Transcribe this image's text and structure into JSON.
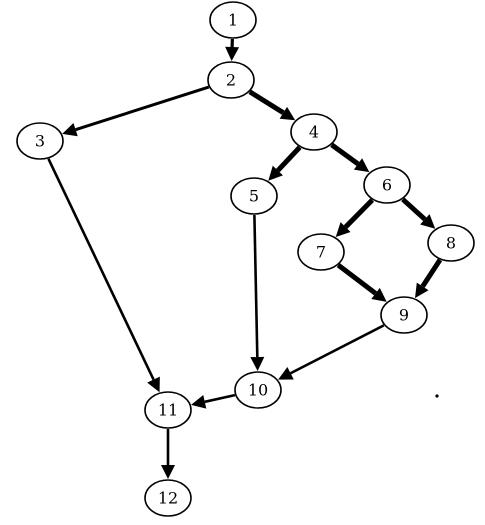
{
  "diagram": {
    "type": "directed-graph",
    "stroke_color": "#000000",
    "fill_color": "#ffffff",
    "nodes": [
      {
        "id": "1",
        "label": "1"
      },
      {
        "id": "2",
        "label": "2"
      },
      {
        "id": "3",
        "label": "3"
      },
      {
        "id": "4",
        "label": "4"
      },
      {
        "id": "5",
        "label": "5"
      },
      {
        "id": "6",
        "label": "6"
      },
      {
        "id": "7",
        "label": "7"
      },
      {
        "id": "8",
        "label": "8"
      },
      {
        "id": "9",
        "label": "9"
      },
      {
        "id": "10",
        "label": "10"
      },
      {
        "id": "11",
        "label": "11"
      },
      {
        "id": "12",
        "label": "12"
      }
    ],
    "edges": [
      {
        "from": "1",
        "to": "2"
      },
      {
        "from": "2",
        "to": "3"
      },
      {
        "from": "2",
        "to": "4"
      },
      {
        "from": "3",
        "to": "11"
      },
      {
        "from": "4",
        "to": "5"
      },
      {
        "from": "4",
        "to": "6"
      },
      {
        "from": "5",
        "to": "10"
      },
      {
        "from": "6",
        "to": "7"
      },
      {
        "from": "6",
        "to": "8"
      },
      {
        "from": "7",
        "to": "9"
      },
      {
        "from": "8",
        "to": "9"
      },
      {
        "from": "9",
        "to": "10"
      },
      {
        "from": "10",
        "to": "11"
      },
      {
        "from": "11",
        "to": "12"
      }
    ]
  }
}
